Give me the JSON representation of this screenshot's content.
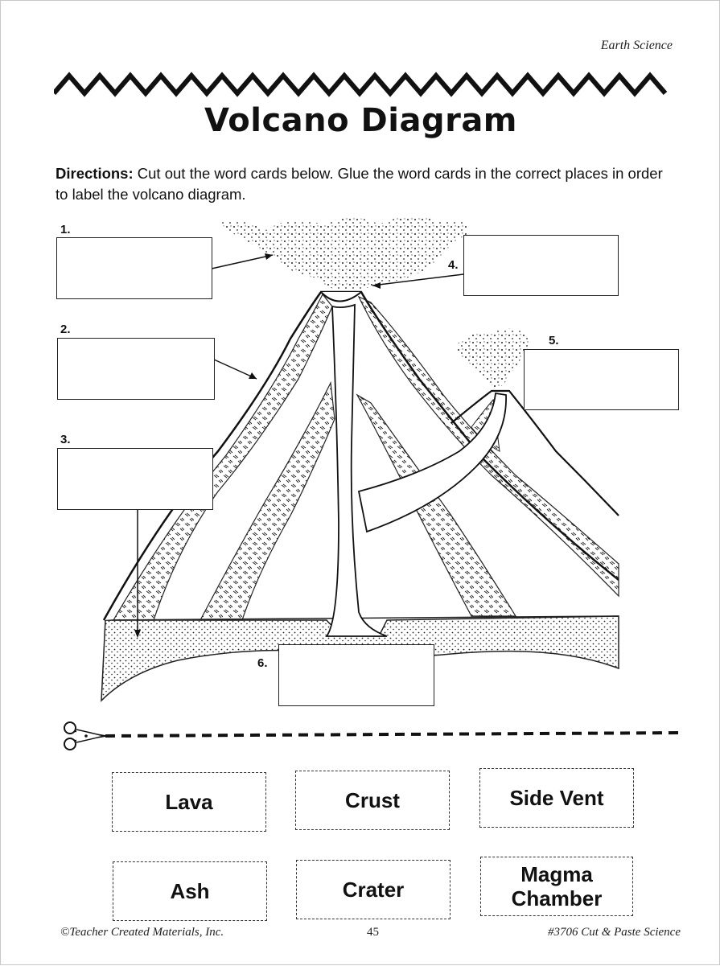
{
  "header": {
    "subject": "Earth Science",
    "title": "Volcano Diagram"
  },
  "directions": {
    "label": "Directions:",
    "text": " Cut out the word cards below.  Glue the word cards in the correct places in order to label the volcano diagram."
  },
  "labels": [
    {
      "number": "1."
    },
    {
      "number": "2."
    },
    {
      "number": "3."
    },
    {
      "number": "4."
    },
    {
      "number": "5."
    },
    {
      "number": "6."
    }
  ],
  "cards": [
    {
      "text": "Lava"
    },
    {
      "text": "Crust"
    },
    {
      "text": "Side Vent"
    },
    {
      "text": "Ash"
    },
    {
      "text": "Crater"
    },
    {
      "text": "Magma Chamber"
    }
  ],
  "footer": {
    "copyright": "©Teacher Created Materials, Inc.",
    "page_number": "45",
    "book": "#3706 Cut & Paste Science"
  },
  "icons": {
    "scissors": "scissors-icon"
  }
}
